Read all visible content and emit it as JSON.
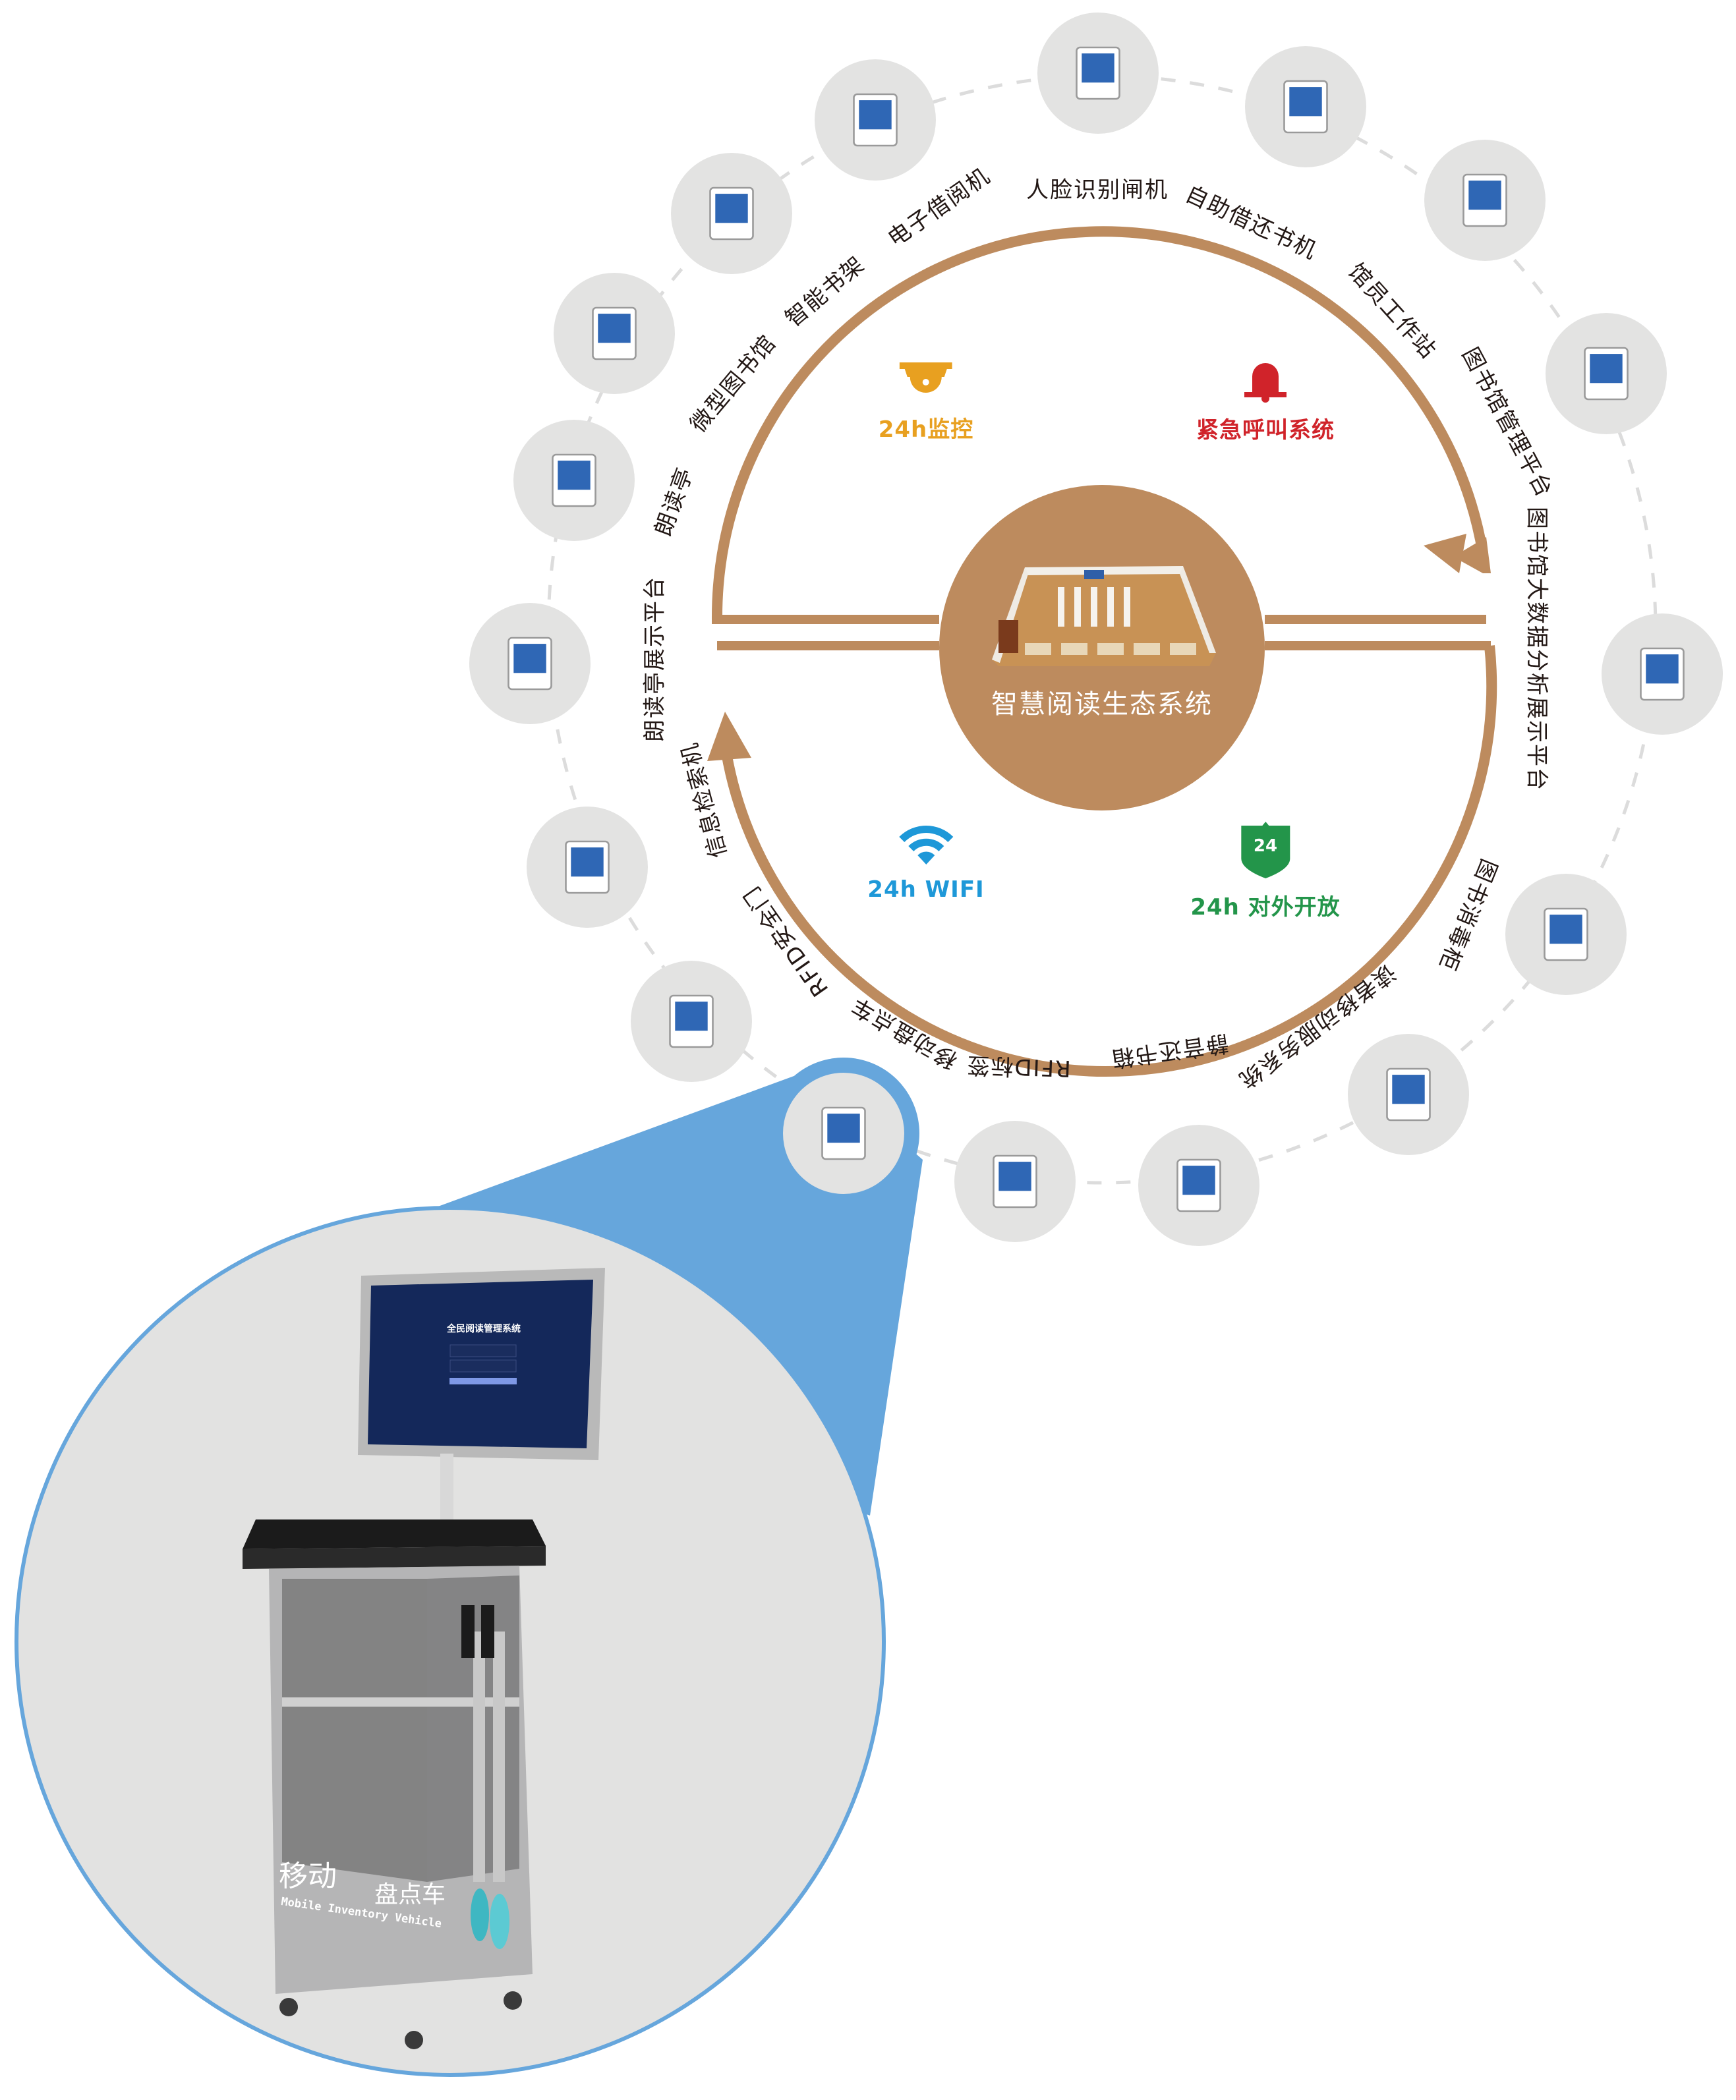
{
  "center": {
    "title": "智慧阅读生态系统"
  },
  "features": [
    {
      "id": "monitor",
      "label": "24h监控",
      "icon": "camera-icon",
      "color": "#e8a020"
    },
    {
      "id": "emergency",
      "label": "紧急呼叫系统",
      "icon": "bell-icon",
      "color": "#d0232a"
    },
    {
      "id": "wifi",
      "label": "24h WIFI",
      "icon": "wifi-icon",
      "color": "#1e98d8"
    },
    {
      "id": "open",
      "label": "24h 对外开放",
      "icon": "shield-24-icon",
      "badge": "24",
      "color": "#23954a"
    }
  ],
  "nodes": [
    {
      "id": "ebook-kiosk",
      "label": "电子借阅机"
    },
    {
      "id": "face-gate",
      "label": "人脸识别闸机"
    },
    {
      "id": "self-checkout",
      "label": "自助借还书机"
    },
    {
      "id": "librarian-station",
      "label": "馆员工作站"
    },
    {
      "id": "library-mgmt",
      "label": "图书馆管理平台"
    },
    {
      "id": "bigdata-platform",
      "label": "图书馆大数据分析展示平台"
    },
    {
      "id": "book-sterilizer",
      "label": "图书消毒柜"
    },
    {
      "id": "reader-mobile",
      "label": "读者移动服务系统"
    },
    {
      "id": "silent-return-box",
      "label": "静音还书箱"
    },
    {
      "id": "rfid-tag",
      "label": "RFID标签"
    },
    {
      "id": "inventory-cart",
      "label": "移动盘点车"
    },
    {
      "id": "rfid-gate",
      "label": "RFID安全门"
    },
    {
      "id": "opac-kiosk",
      "label": "信息检索机"
    },
    {
      "id": "reading-booth-platform",
      "label": "朗读亭展示平台"
    },
    {
      "id": "reading-booth",
      "label": "朗读亭"
    },
    {
      "id": "mini-library",
      "label": "微型图书馆"
    },
    {
      "id": "smart-shelf",
      "label": "智能书架"
    }
  ],
  "detail": {
    "screen_title": "全民阅读管理系统",
    "cart_cn_1": "移动",
    "cart_cn_2": "盘点车",
    "cart_en": "Mobile Inventory Vehicle",
    "highlight_color": "#66a6dc"
  },
  "colors": {
    "ring": "#bd8b5e",
    "node_bg": "#e3e3e2",
    "dash": "#dcdcdc"
  }
}
